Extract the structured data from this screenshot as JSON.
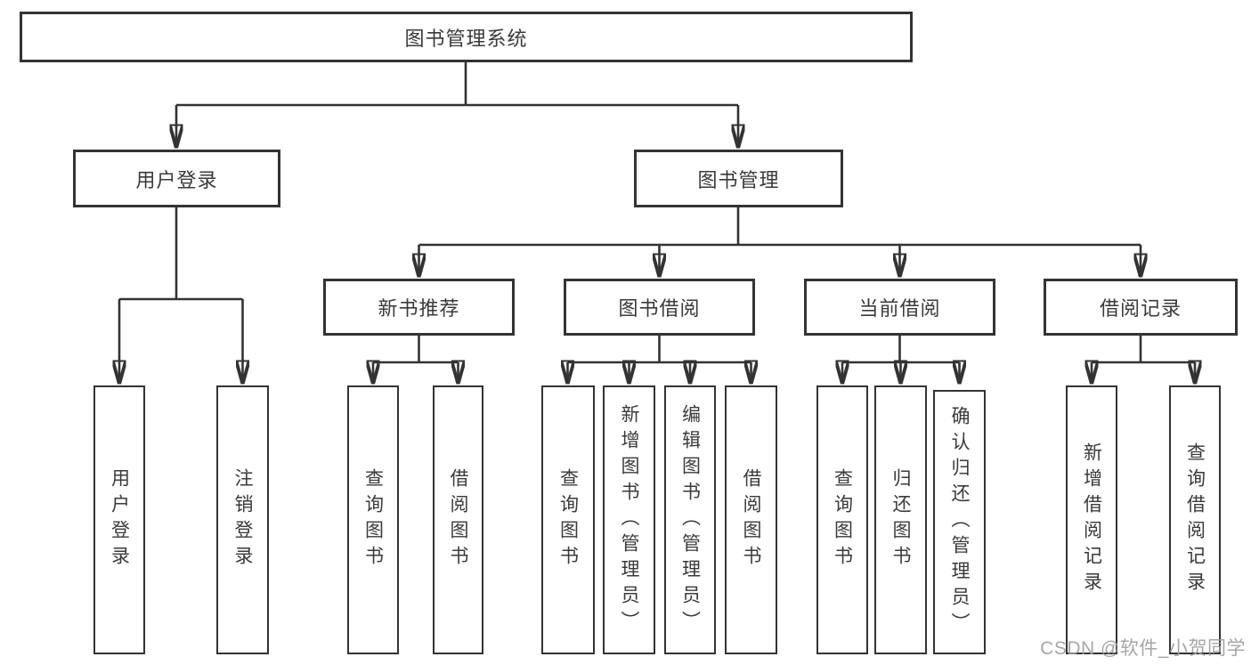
{
  "diagram": {
    "type": "hierarchy-tree",
    "colors": {
      "line": "#333333",
      "box_border": "#333333",
      "text": "#3a3a3a",
      "background": "#ffffff",
      "watermark": "#9e9e9e"
    }
  },
  "tree": {
    "root": {
      "label": "图书管理系统"
    },
    "branches": [
      {
        "label": "用户登录",
        "leaves": [
          {
            "label": "用户登录"
          },
          {
            "label": "注销登录"
          }
        ]
      },
      {
        "label": "图书管理",
        "children": [
          {
            "label": "新书推荐",
            "leaves": [
              {
                "label": "查询图书"
              },
              {
                "label": "借阅图书"
              }
            ]
          },
          {
            "label": "图书借阅",
            "leaves": [
              {
                "label": "查询图书"
              },
              {
                "label": "新增图书（管理员）"
              },
              {
                "label": "编辑图书（管理员）"
              },
              {
                "label": "借阅图书"
              }
            ]
          },
          {
            "label": "当前借阅",
            "leaves": [
              {
                "label": "查询图书"
              },
              {
                "label": "归还图书"
              },
              {
                "label": "确认归还（管理员）"
              }
            ]
          },
          {
            "label": "借阅记录",
            "leaves": [
              {
                "label": "新增借阅记录"
              },
              {
                "label": "查询借阅记录"
              }
            ]
          }
        ]
      }
    ]
  },
  "watermark": {
    "text": "CSDN @软件_小贺同学"
  }
}
